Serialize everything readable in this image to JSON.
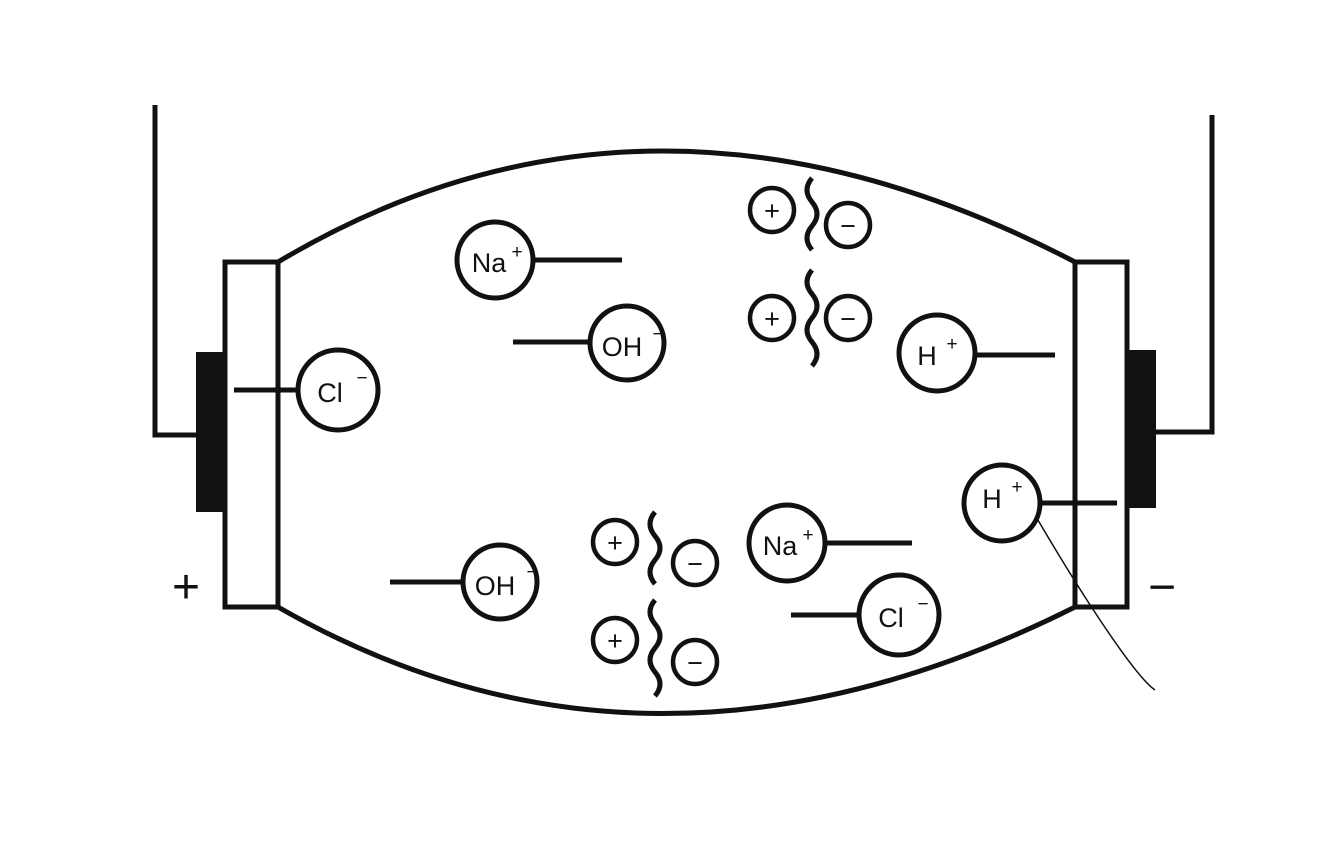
{
  "diagram": {
    "anode_sign": "+",
    "cathode_sign": "−",
    "ions": {
      "na_top": {
        "base": "Na",
        "charge": "+"
      },
      "oh_top": {
        "base": "OH",
        "charge": "−"
      },
      "cl_left": {
        "base": "Cl",
        "charge": "−"
      },
      "h_top": {
        "base": "H",
        "charge": "+"
      },
      "h_bottom": {
        "base": "H",
        "charge": "+"
      },
      "oh_bottom": {
        "base": "OH",
        "charge": "−"
      },
      "na_bottom": {
        "base": "Na",
        "charge": "+"
      },
      "cl_bottom": {
        "base": "Cl",
        "charge": "−"
      }
    },
    "dipole_plus": "+",
    "dipole_minus": "−"
  }
}
